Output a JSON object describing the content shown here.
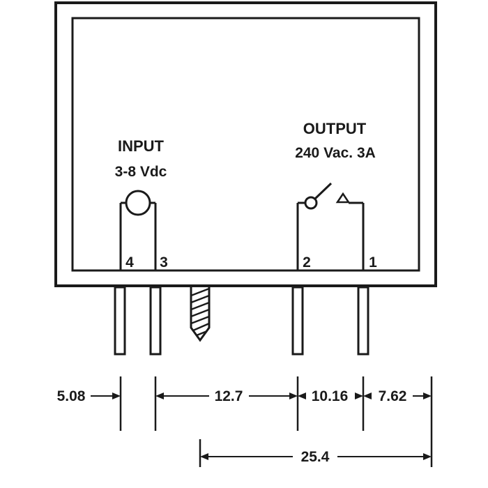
{
  "input": {
    "title": "INPUT",
    "spec": "3-8 Vdc"
  },
  "output": {
    "title": "OUTPUT",
    "spec": "240 Vac. 3A"
  },
  "pins": {
    "p4": "4",
    "p3": "3",
    "p2": "2",
    "p1": "1"
  },
  "dimensions": {
    "pin_spacing": "5.08",
    "input_to_output": "12.7",
    "output_pin_spacing": "10.16",
    "edge_offset": "7.62",
    "overall": "25.4"
  },
  "colors": {
    "ink": "#1a1a1a",
    "background": "#ffffff"
  }
}
